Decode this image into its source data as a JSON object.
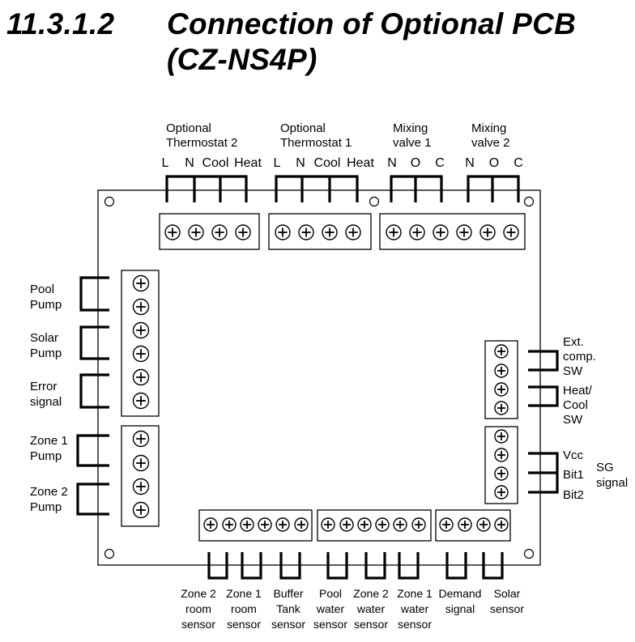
{
  "heading": {
    "number": "11.3.1.2",
    "title_line1": "Connection of Optional PCB",
    "title_line2": "(CZ-NS4P)"
  },
  "top_groups": [
    {
      "name_lines": [
        "Optional",
        "Thermostat 2"
      ],
      "terminals": [
        "L",
        "N",
        "Cool",
        "Heat"
      ]
    },
    {
      "name_lines": [
        "Optional",
        "Thermostat 1"
      ],
      "terminals": [
        "L",
        "N",
        "Cool",
        "Heat"
      ]
    },
    {
      "name_lines": [
        "Mixing",
        "valve 1"
      ],
      "terminals": [
        "N",
        "O",
        "C"
      ]
    },
    {
      "name_lines": [
        "Mixing",
        "valve 2"
      ],
      "terminals": [
        "N",
        "O",
        "C"
      ]
    }
  ],
  "left_labels": [
    [
      "Pool",
      "Pump"
    ],
    [
      "Solar",
      "Pump"
    ],
    [
      "Error",
      "signal"
    ],
    [
      "Zone 1",
      "Pump"
    ],
    [
      "Zone 2",
      "Pump"
    ]
  ],
  "right_labels": {
    "upper": [
      [
        "Ext.",
        "comp.",
        "SW"
      ],
      [
        "Heat/",
        "Cool",
        "SW"
      ]
    ],
    "lower": [
      "Vcc",
      "Bit1",
      "Bit2"
    ],
    "lower_group": [
      "SG",
      "signal"
    ]
  },
  "bottom_labels": [
    [
      "Zone 2",
      "room",
      "sensor"
    ],
    [
      "Zone 1",
      "room",
      "sensor"
    ],
    [
      "Buffer",
      "Tank",
      "sensor"
    ],
    [
      "Pool",
      "water",
      "sensor"
    ],
    [
      "Zone 2",
      "water",
      "sensor"
    ],
    [
      "Zone 1",
      "water",
      "sensor"
    ],
    [
      "Demand",
      "signal"
    ],
    [
      "Solar",
      "sensor"
    ]
  ]
}
